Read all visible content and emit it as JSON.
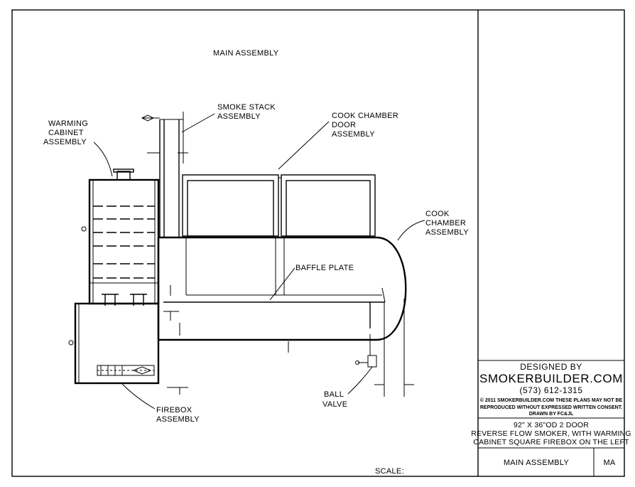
{
  "drawing": {
    "title": "MAIN ASSEMBLY",
    "scale_label": "SCALE:",
    "callouts": {
      "warming_cabinet": [
        "WARMING",
        "CABINET",
        "ASSEMBLY"
      ],
      "smoke_stack": [
        "SMOKE STACK",
        "ASSEMBLY"
      ],
      "cook_chamber_door": [
        "COOK CHAMBER",
        "DOOR",
        "ASSEMBLY"
      ],
      "cook_chamber": [
        "COOK",
        "CHAMBER",
        "ASSEMBLY"
      ],
      "baffle_plate": [
        "BAFFLE PLATE"
      ],
      "ball_valve": [
        "BALL",
        "VALVE"
      ],
      "firebox": [
        "FIREBOX",
        "ASSEMBLY"
      ]
    }
  },
  "title_block": {
    "designed_by": "DESIGNED BY",
    "company": "SMOKERBUILDER.COM",
    "phone": "(573) 612-1315",
    "copyright_lines": [
      "©  2011 SMOKERBUILDER.COM THESE PLANS MAY NOT BE",
      "REPRODUCED WITHOUT EXPRESSED WRITTEN CONSENT.",
      "DRAWN BY FC&JL"
    ],
    "description_lines": [
      "92\" X 36\"OD 2 DOOR",
      "REVERSE FLOW SMOKER, WITH WARMING",
      "CABINET SQUARE FIREBOX ON THE LEFT"
    ],
    "sheet_name": "MAIN ASSEMBLY",
    "sheet_code": "MA"
  }
}
